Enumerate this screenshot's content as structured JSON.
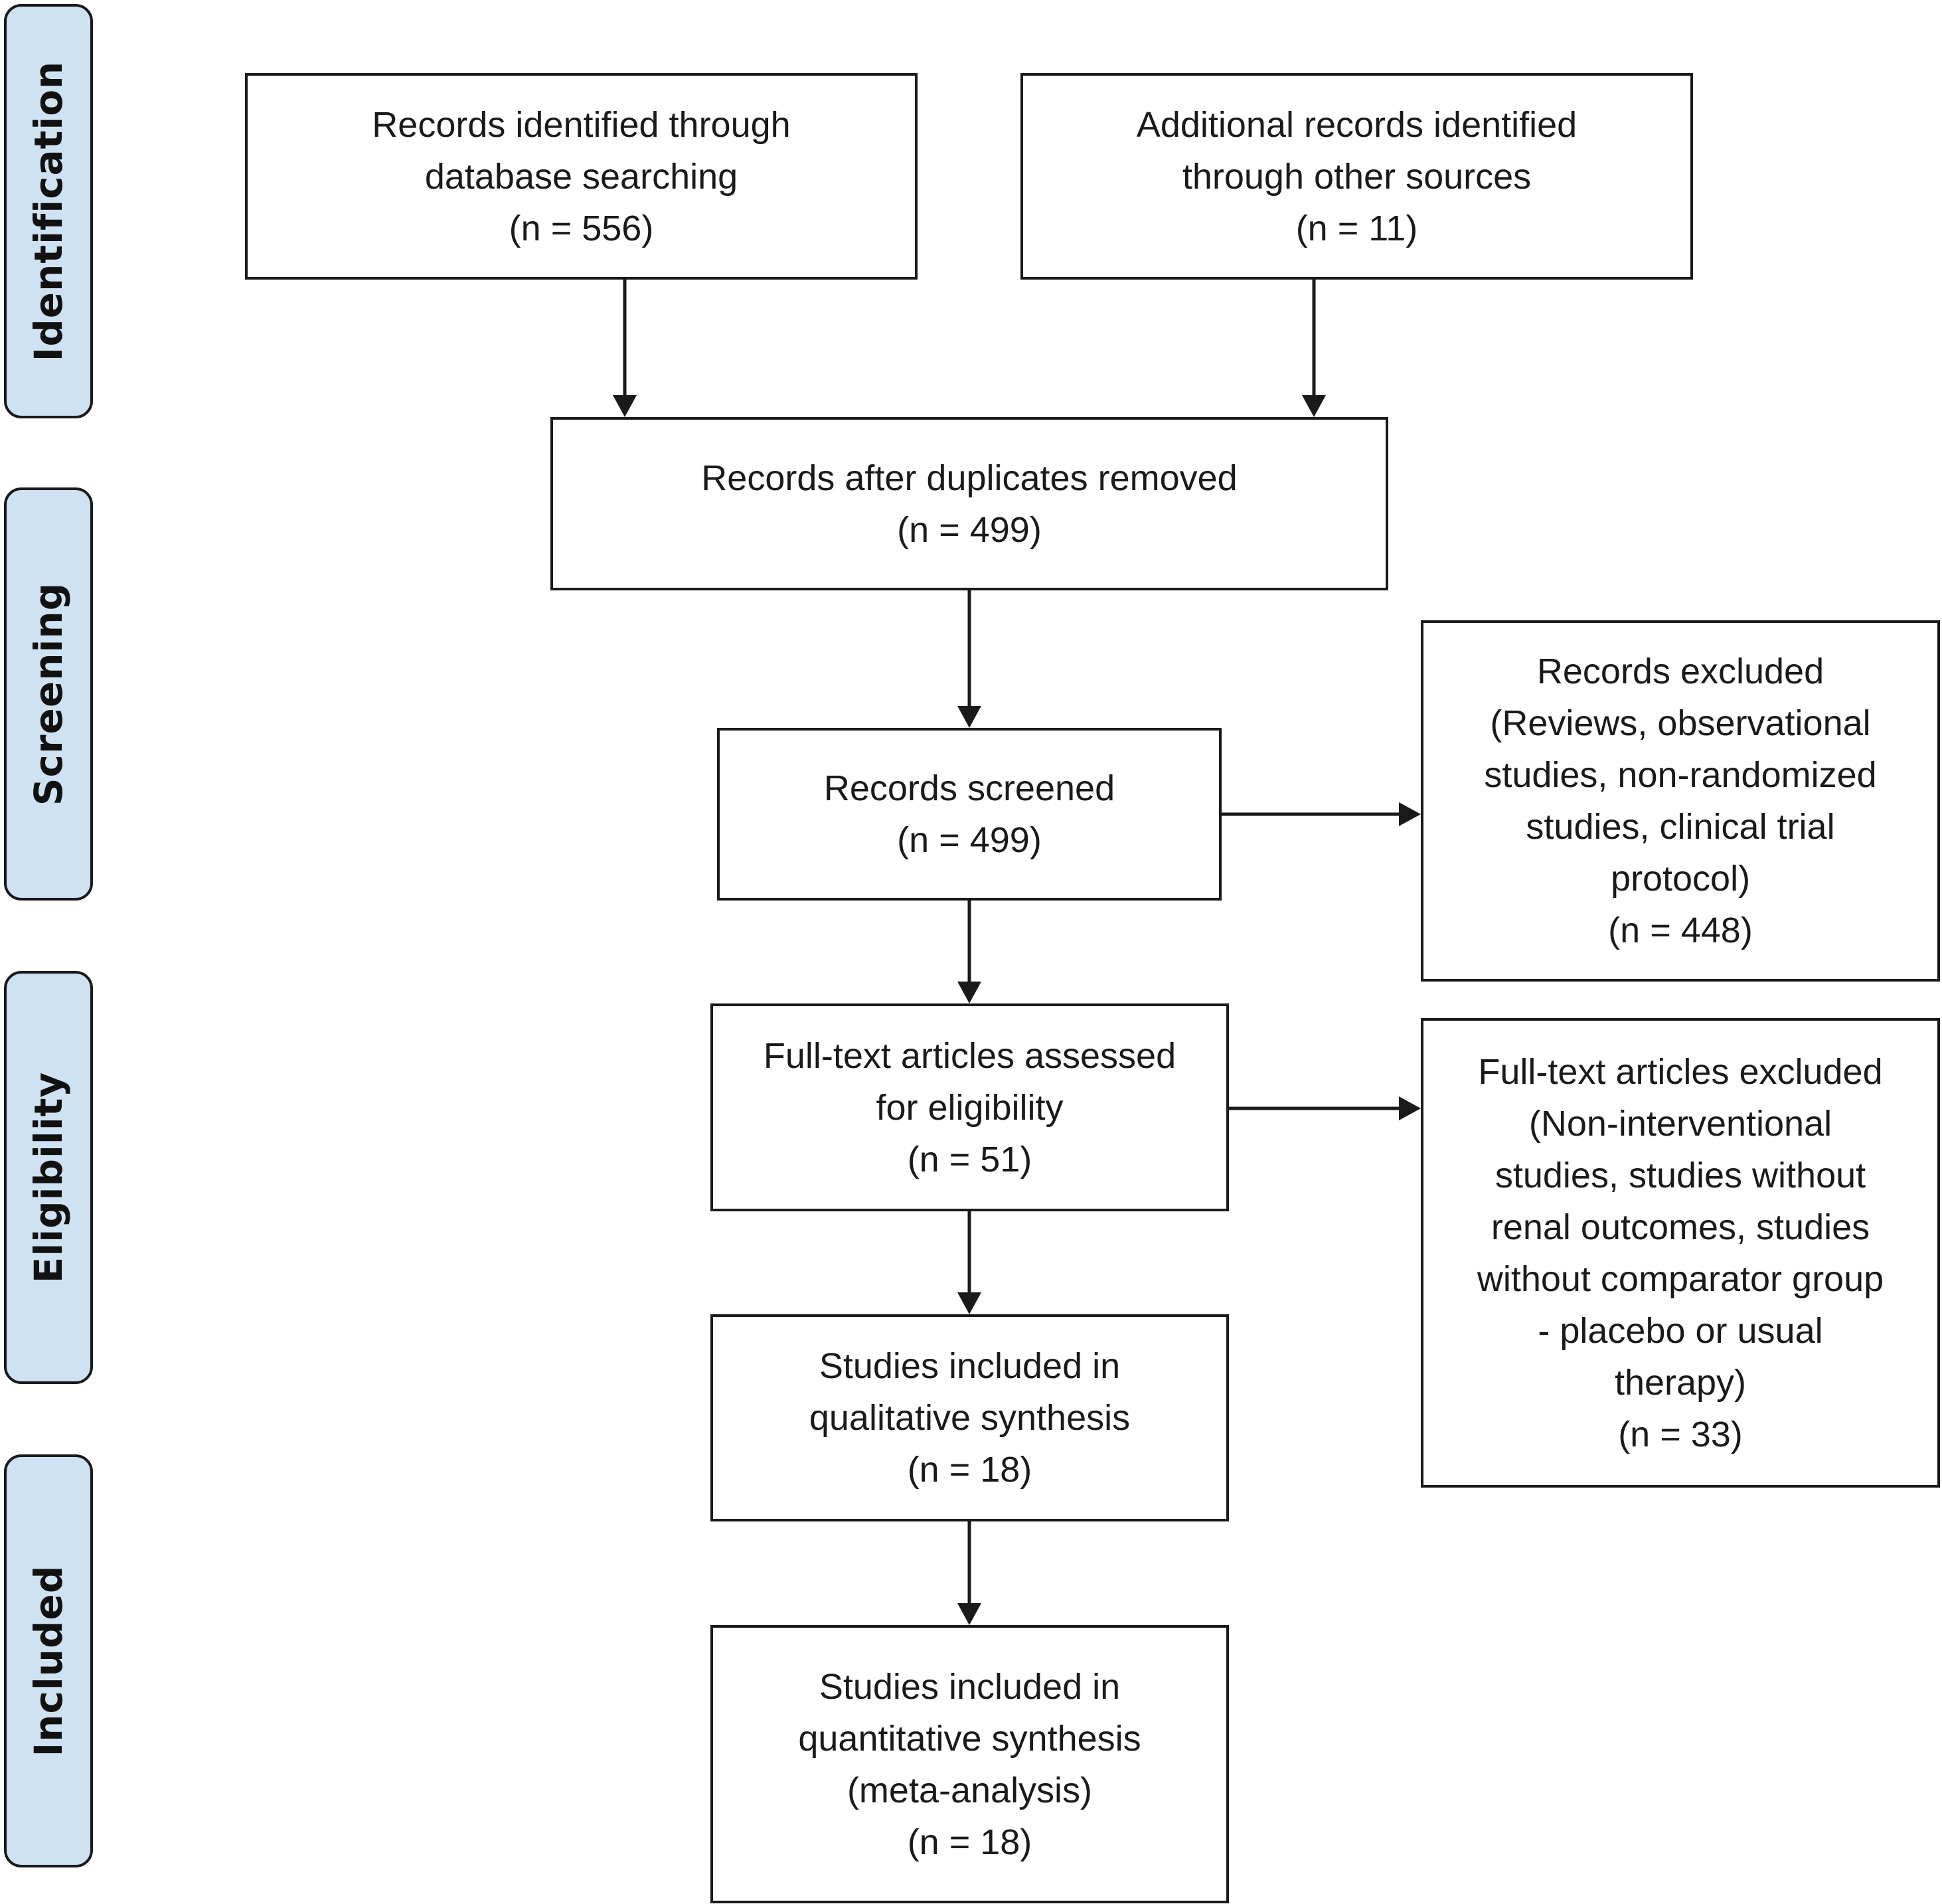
{
  "stages": {
    "identification": "Identification",
    "screening": "Screening",
    "eligibility": "Eligibility",
    "included": "Included"
  },
  "boxes": {
    "database": {
      "line1": "Records identified through",
      "line2": "database searching",
      "count": "(n = 556)"
    },
    "other_sources": {
      "line1": "Additional records identified",
      "line2": "through other sources",
      "count": "(n = 11)"
    },
    "duplicates_removed": {
      "line1": "Records after duplicates removed",
      "count": "(n = 499)"
    },
    "screened": {
      "line1": "Records screened",
      "count": "(n = 499)"
    },
    "records_excluded": {
      "line1": "Records excluded",
      "line2": "(Reviews, observational",
      "line3": "studies, non-randomized",
      "line4": "studies, clinical trial",
      "line5": "protocol)",
      "count": "(n = 448)"
    },
    "full_text_assessed": {
      "line1": "Full-text articles assessed",
      "line2": "for eligibility",
      "count": "(n = 51)"
    },
    "full_text_excluded": {
      "line1": "Full-text articles excluded",
      "line2": "(Non-interventional",
      "line3": "studies, studies without",
      "line4": "renal outcomes, studies",
      "line5": "without comparator group",
      "line6": "- placebo or usual",
      "line7": "therapy)",
      "count": "(n = 33)"
    },
    "qualitative": {
      "line1": "Studies included in",
      "line2": "qualitative synthesis",
      "count": "(n = 18)"
    },
    "quantitative": {
      "line1": "Studies included in",
      "line2": "quantitative synthesis",
      "line3": "(meta-analysis)",
      "count": "(n = 18)"
    }
  },
  "colors": {
    "stage_fill": "#cfe2f3",
    "line": "#1a1a1a"
  }
}
